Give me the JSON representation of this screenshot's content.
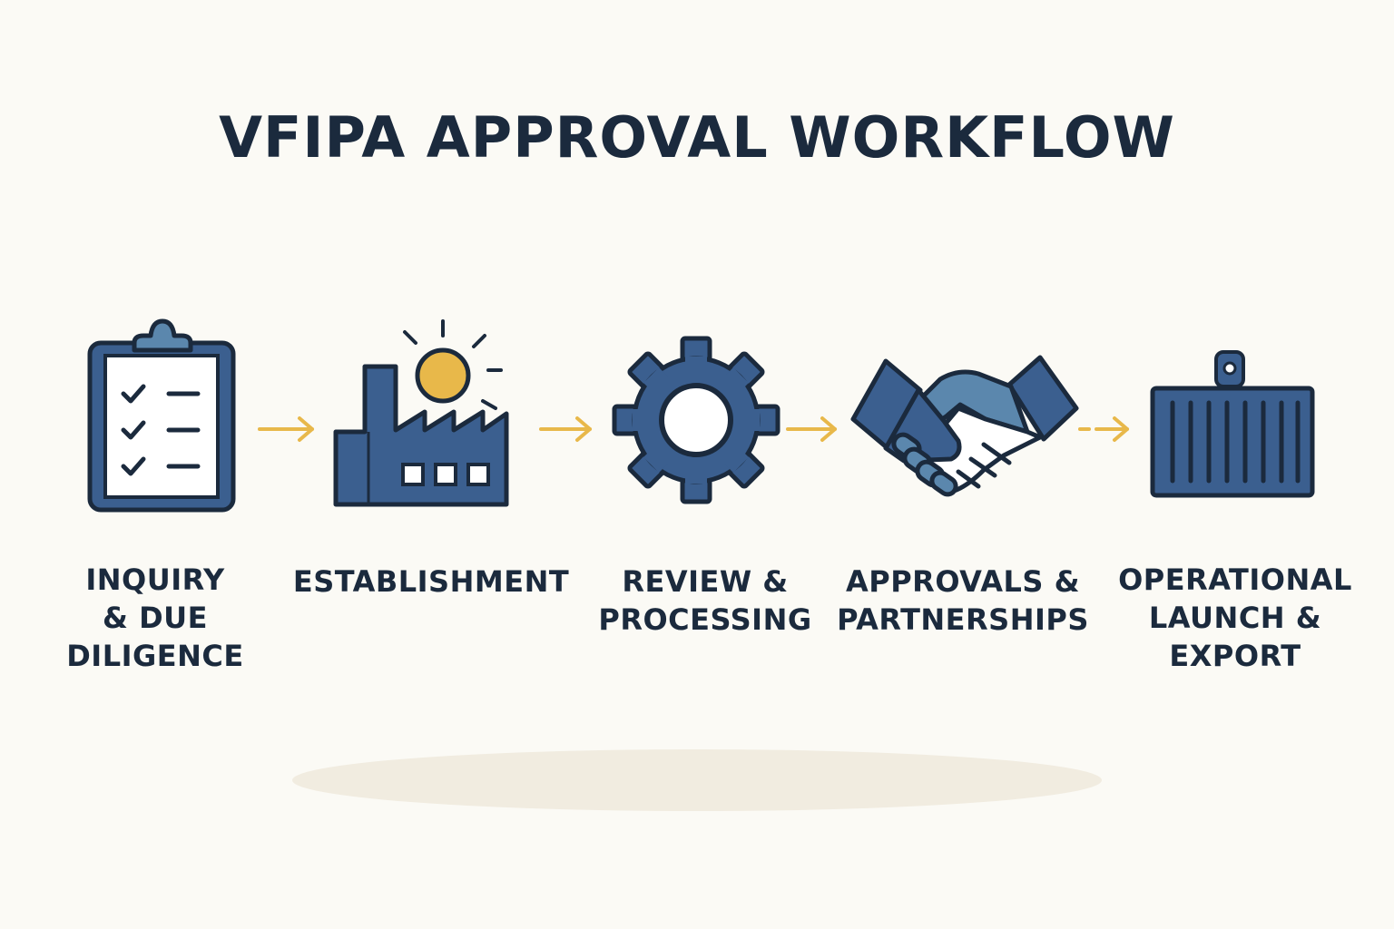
{
  "title": "VFIPA APPROVAL WORKFLOW",
  "colors": {
    "background": "#fbfaf5",
    "navy": "#1b2a3d",
    "icon_blue": "#3b5f8f",
    "light_blue": "#5b87ad",
    "accent_gold": "#e8b84a"
  },
  "steps": [
    {
      "label": "INQUIRY\n& DUE\nDILIGENCE",
      "icon": "clipboard-checklist-icon"
    },
    {
      "label": "ESTABLISHMENT",
      "icon": "factory-icon"
    },
    {
      "label": "REVIEW &\nPROCESSING",
      "icon": "gear-icon"
    },
    {
      "label": "APPROVALS &\nPARTNERSHIPS",
      "icon": "handshake-icon"
    },
    {
      "label": "OPERATIONAL\nLAUNCH &\nEXPORT",
      "icon": "shipping-container-icon"
    }
  ]
}
